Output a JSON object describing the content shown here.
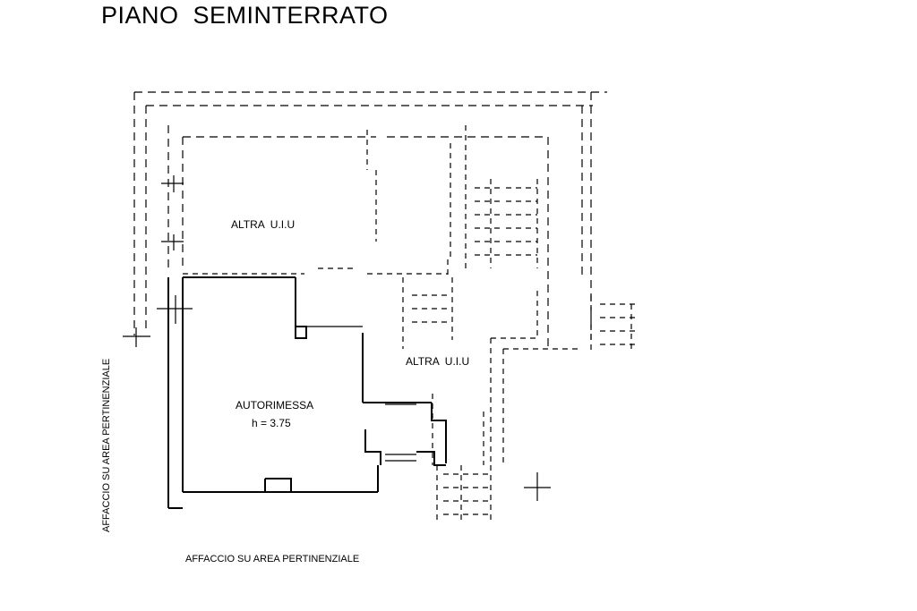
{
  "plan": {
    "title": "PIANO  SEMINTERRATO",
    "rooms": {
      "altra_uiu_top": "ALTRA  U.I.U",
      "altra_uiu_right": "ALTRA  U.I.U",
      "autorimessa_name": "AUTORIMESSA",
      "autorimessa_height": "h = 3.75"
    },
    "affaccio_left": "AFFACCIO SU AREA PERTINENZIALE",
    "affaccio_bottom": "AFFACCIO SU AREA PERTINENZIALE"
  }
}
